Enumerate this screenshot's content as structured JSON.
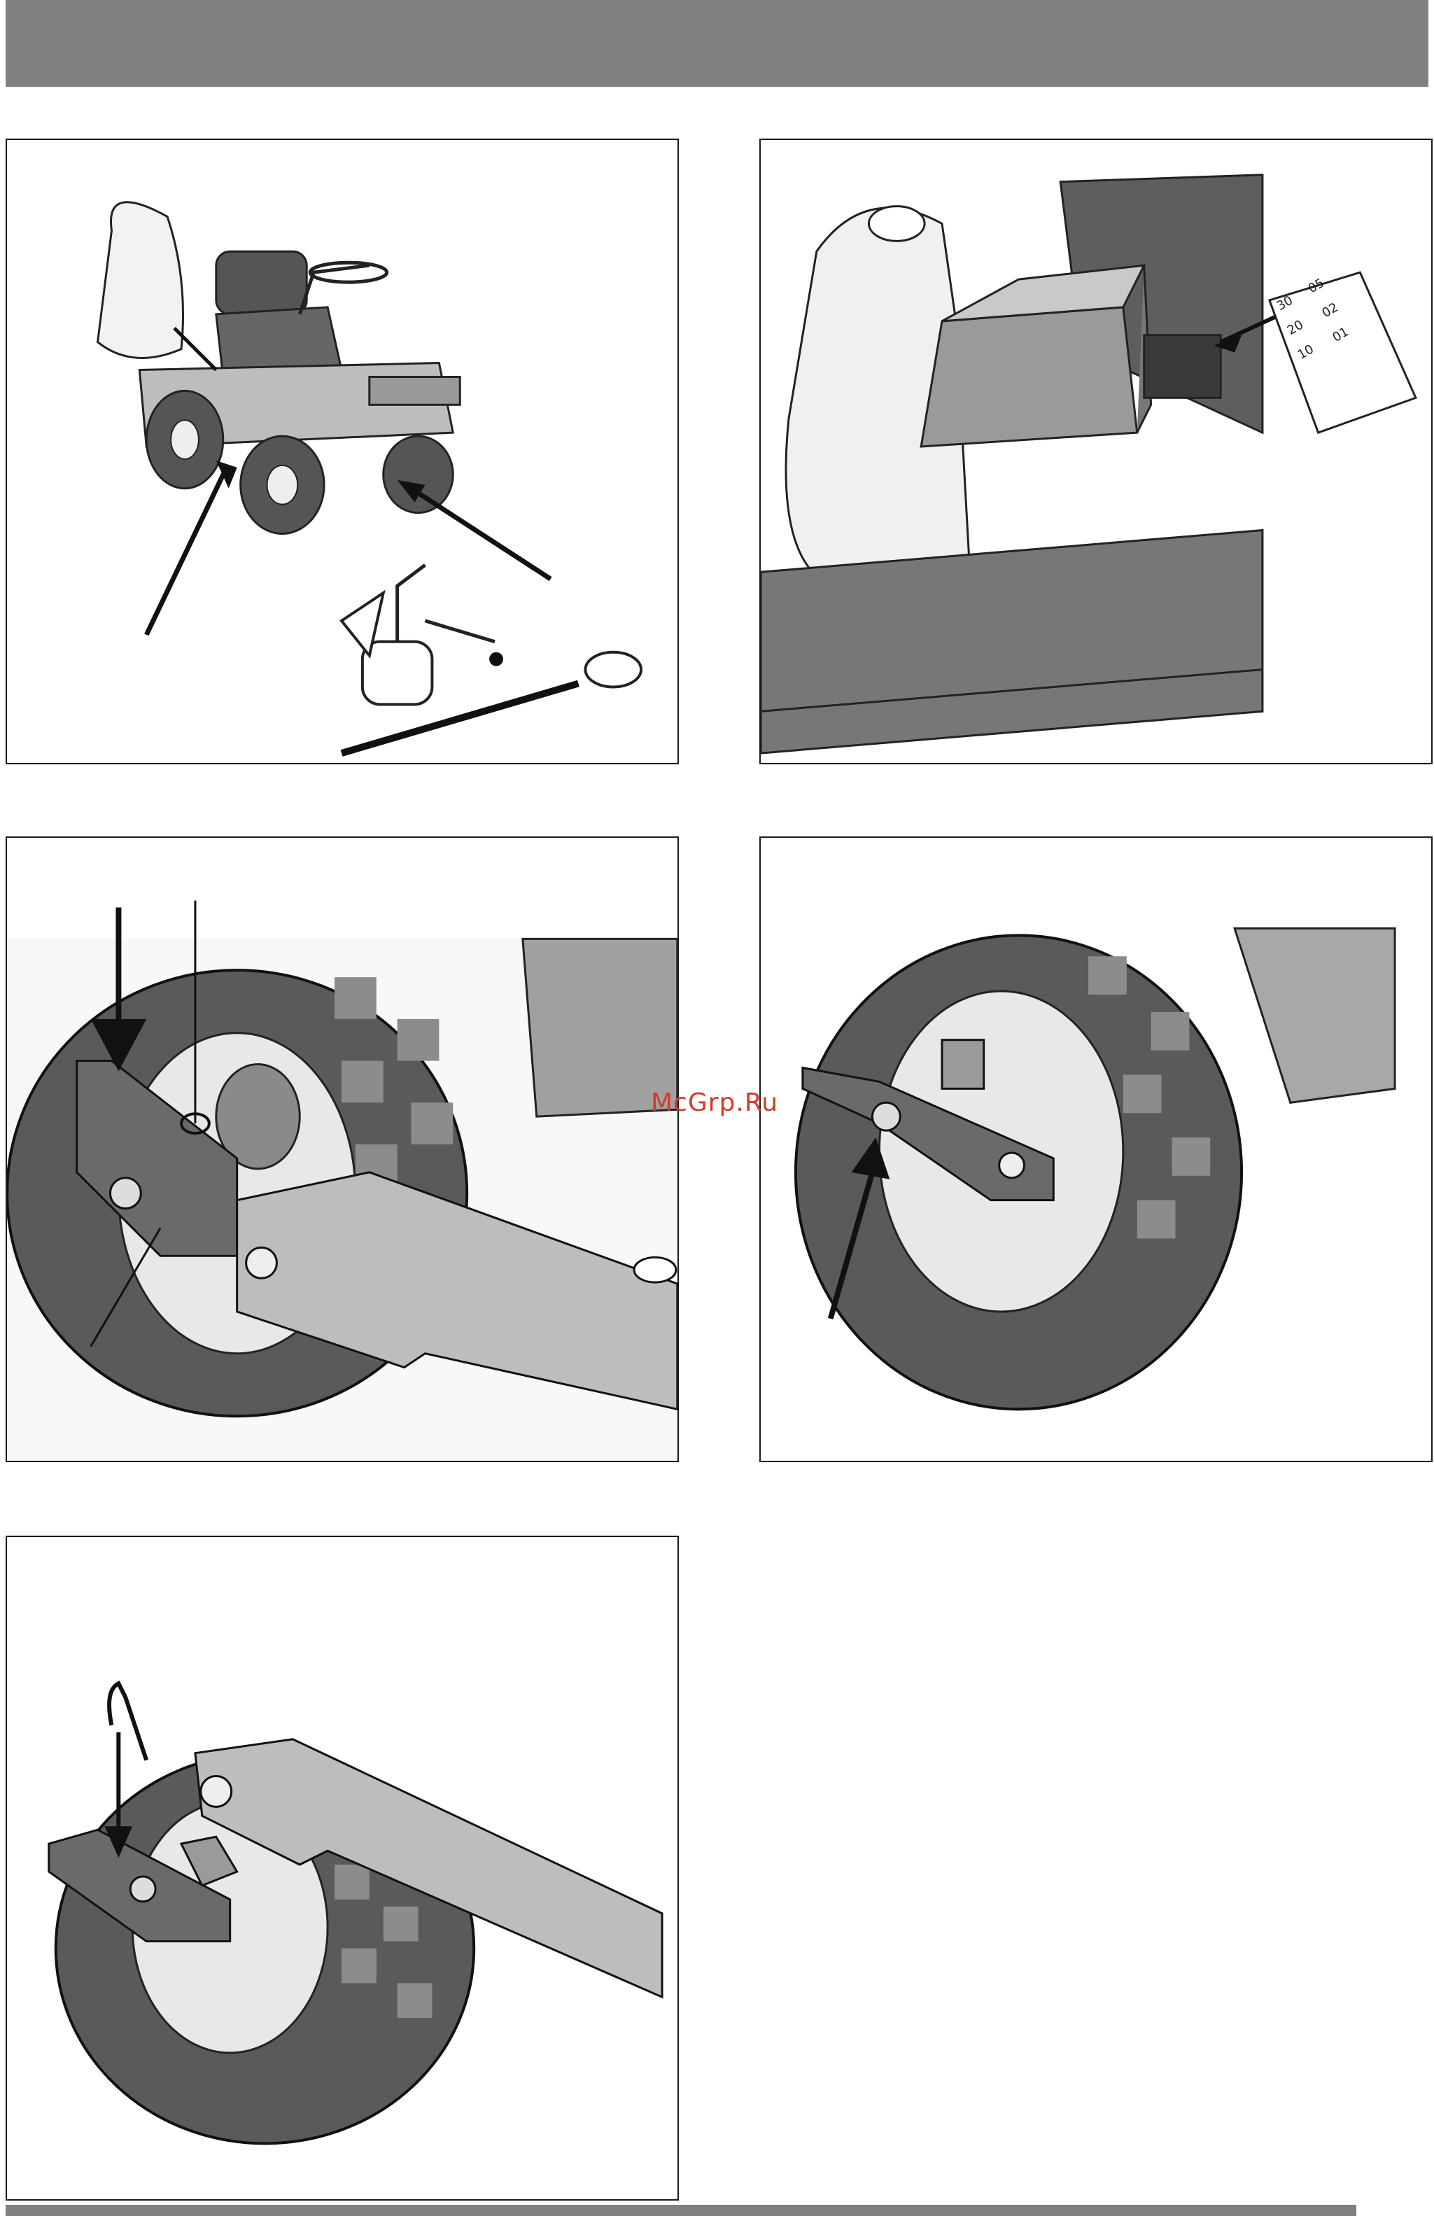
{
  "watermark": "McGrp.Ru",
  "panels": [
    {
      "id": "mower-lubrication",
      "icons": [
        "riding-mower-icon",
        "oil-can-icon",
        "cable-icon"
      ]
    },
    {
      "id": "battery-fuses",
      "icons": [
        "fuel-tank-icon",
        "battery-icon",
        "fuse-icon"
      ],
      "fuse_labels": [
        "30",
        "05",
        "20",
        "02",
        "10",
        "01"
      ]
    },
    {
      "id": "trailer-hitch-pin",
      "icons": [
        "wheel-icon",
        "hitch-bracket-icon",
        "linch-pin-icon"
      ]
    },
    {
      "id": "hitch-bracket-mounted",
      "icons": [
        "wheel-icon",
        "hitch-bracket-icon"
      ]
    },
    {
      "id": "hitch-assembly",
      "icons": [
        "wheel-icon",
        "hitch-hook-icon",
        "drawbar-icon"
      ]
    }
  ],
  "colors": {
    "header_bar": "#808080",
    "tire": "#5a5a5a",
    "tread": "#8c8c8c",
    "metal": "#b4b4b4",
    "watermark": "#d23b2b"
  }
}
